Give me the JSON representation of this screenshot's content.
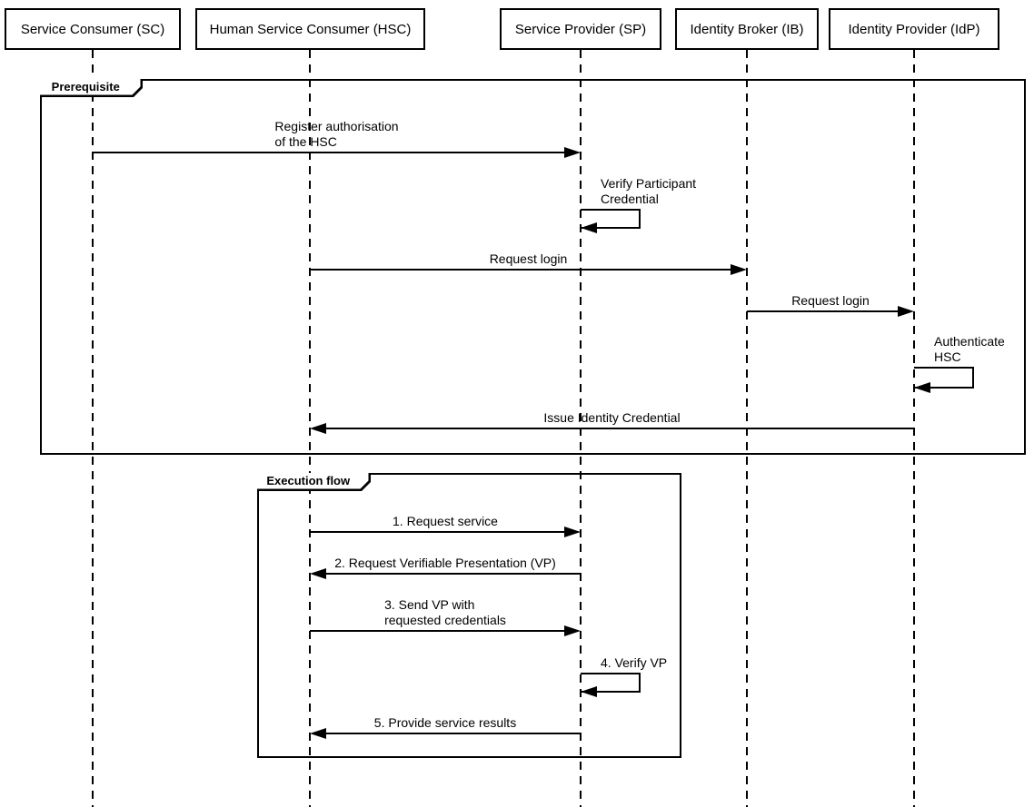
{
  "diagram": {
    "kind": "uml-sequence-diagram",
    "participants": [
      {
        "id": "sc",
        "label": "Service Consumer (SC)"
      },
      {
        "id": "hsc",
        "label": "Human Service Consumer (HSC)"
      },
      {
        "id": "sp",
        "label": "Service Provider (SP)"
      },
      {
        "id": "ib",
        "label": "Identity Broker (IB)"
      },
      {
        "id": "idp",
        "label": "Identity Provider (IdP)"
      }
    ],
    "frames": [
      {
        "id": "prerequisite",
        "label": "Prerequisite"
      },
      {
        "id": "execution",
        "label": "Execution flow"
      }
    ],
    "messages": [
      {
        "frame": "prerequisite",
        "kind": "arrow",
        "from": "sc",
        "to": "sp",
        "text": "Register authorisation\nof the HSC"
      },
      {
        "frame": "prerequisite",
        "kind": "self",
        "from": "sp",
        "to": "sp",
        "text": "Verify Participant\nCredential"
      },
      {
        "frame": "prerequisite",
        "kind": "arrow",
        "from": "hsc",
        "to": "ib",
        "text": "Request login"
      },
      {
        "frame": "prerequisite",
        "kind": "arrow",
        "from": "ib",
        "to": "idp",
        "text": "Request login"
      },
      {
        "frame": "prerequisite",
        "kind": "self",
        "from": "idp",
        "to": "idp",
        "text": "Authenticate\nHSC"
      },
      {
        "frame": "prerequisite",
        "kind": "arrow",
        "from": "idp",
        "to": "hsc",
        "text": "Issue Identity Credential"
      },
      {
        "frame": "execution",
        "kind": "arrow",
        "from": "hsc",
        "to": "sp",
        "text": "1. Request service"
      },
      {
        "frame": "execution",
        "kind": "arrow",
        "from": "sp",
        "to": "hsc",
        "text": "2. Request Verifiable Presentation (VP)"
      },
      {
        "frame": "execution",
        "kind": "arrow",
        "from": "hsc",
        "to": "sp",
        "text": "3. Send VP with\nrequested credentials"
      },
      {
        "frame": "execution",
        "kind": "self",
        "from": "sp",
        "to": "sp",
        "text": "4. Verify VP"
      },
      {
        "frame": "execution",
        "kind": "arrow",
        "from": "sp",
        "to": "hsc",
        "text": "5. Provide service results"
      }
    ]
  },
  "colors": {
    "line": "#000000",
    "background": "#ffffff"
  }
}
